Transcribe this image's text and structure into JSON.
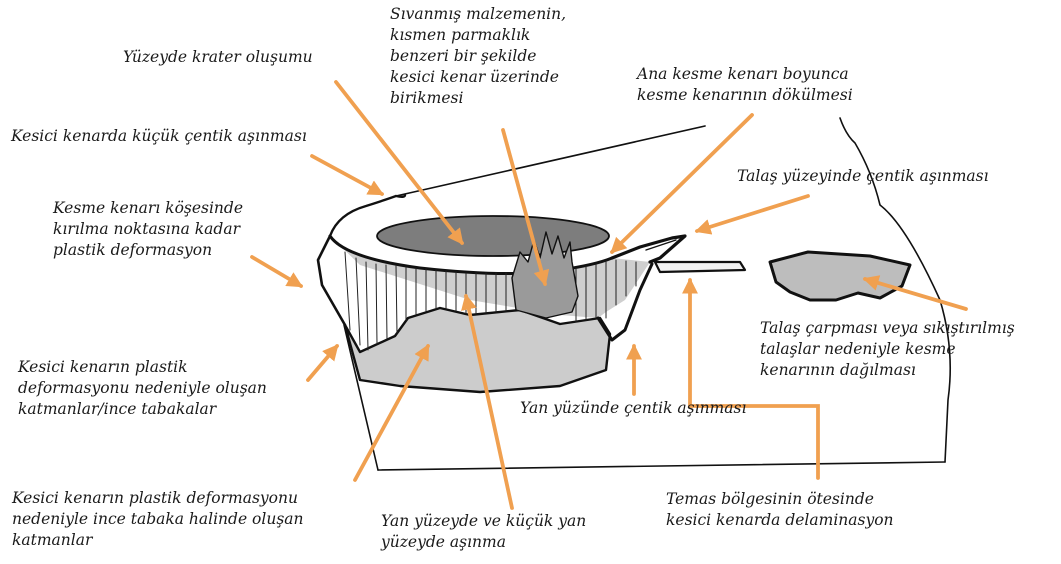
{
  "diagram": {
    "title": "",
    "labels": {
      "krater": "Yüzeyde krater oluşumu",
      "sivanmis": "Sıvanmış malzemenin,\nkısmen parmaklık\nbenzeri bir şekilde\nkesici kenar üzerinde\nbirikmesi",
      "ana_kesme": "Ana kesme kenarı boyunca\nkesme kenarının dökülmesi",
      "kucuk_centik": "Kesici kenarda küçük çentik aşınması",
      "talas_centik": "Talaş yüzeyinde çentik aşınması",
      "kose_plastik": "Kesme kenarı köşesinde\nkırılma noktasına kadar\nplastik deformasyon",
      "talas_carpma": "Talaş çarpması veya sıkıştırılmış\ntalaşlar nedeniyle kesme\nkenarının dağılması",
      "plastik_katman": "Kesici kenarın plastik\ndeformasyonu nedeniyle oluşan\nkatmanlar/ince tabakalar",
      "yan_centik": "Yan yüzünde çentik aşınması",
      "plastik_ince": "Kesici kenarın plastik deformasyonu\nnedeniyle ince tabaka halinde oluşan\nkatmanlar",
      "yan_asinma": "Yan yüzeyde ve küçük yan\nyüzeyde aşınma",
      "temas": "Temas bölgesinin ötesinde\nkesici kenarda delaminasyon"
    },
    "colors": {
      "arrow": "#f0a050",
      "outline": "#111111",
      "crater": "#7d7d7d",
      "flank": "#cccccc",
      "deposit": "#9a9a9a"
    }
  }
}
